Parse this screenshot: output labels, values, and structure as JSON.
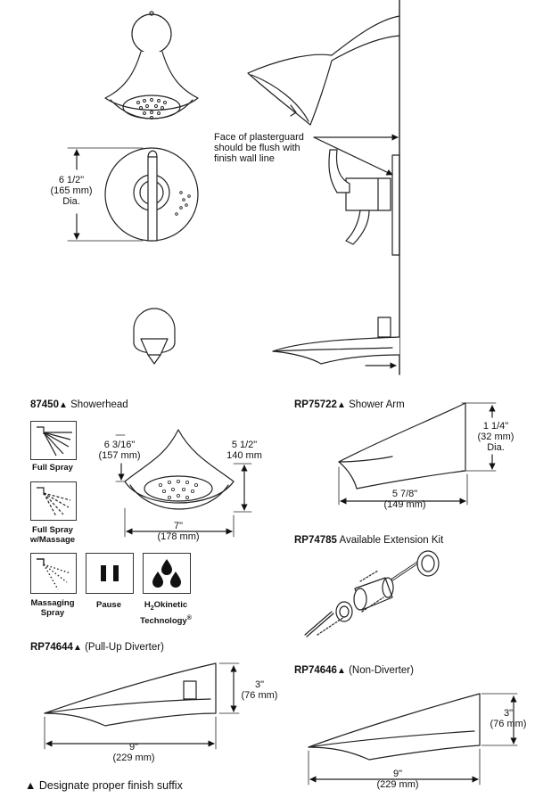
{
  "top_note": {
    "line1": "Face of plasterguard",
    "line2": "should be flush with",
    "line3": "finish wall line"
  },
  "trim_dim": {
    "a": "6 1/2\"",
    "b": "(165 mm)",
    "c": "Dia."
  },
  "showerhead": {
    "model": "87450",
    "mark": "▲",
    "name": "Showerhead",
    "height_a": "6 3/16\"",
    "height_b": "(157 mm)",
    "depth_a": "5 1/2\"",
    "depth_b": "140 mm",
    "width_a": "7\"",
    "width_b": "(178 mm)"
  },
  "spray_modes": [
    {
      "line1": "Full Spray",
      "line2": "",
      "icon": "full-spray-icon"
    },
    {
      "line1": "Full Spray",
      "line2": "w/Massage",
      "icon": "full-spray-massage-icon"
    },
    {
      "line1": "Massaging",
      "line2": "Spray",
      "icon": "massaging-spray-icon"
    },
    {
      "line1": "Pause",
      "line2": "",
      "icon": "pause-icon"
    }
  ],
  "h2o": {
    "pre": "H",
    "sub": "2",
    "post": "Okinetic",
    "line2": "Technology",
    "reg": "®",
    "icon": "water-drops-icon"
  },
  "arm": {
    "model": "RP75722",
    "mark": "▲",
    "name": "Shower Arm",
    "dia_a": "1 1/4\"",
    "dia_b": "(32 mm)",
    "dia_c": "Dia.",
    "len_a": "5 7/8\"",
    "len_b": "(149 mm)"
  },
  "ext": {
    "model": "RP74785",
    "name": "Available Extension Kit"
  },
  "pullup": {
    "model": "RP74644",
    "mark": "▲",
    "name": "(Pull-Up Diverter)",
    "h_a": "3\"",
    "h_b": "(76 mm)",
    "w_a": "9\"",
    "w_b": "(229 mm)"
  },
  "nondiv": {
    "model": "RP74646",
    "mark": "▲",
    "name": "(Non-Diverter)",
    "h_a": "3\"",
    "h_b": "(76 mm)",
    "w_a": "9\"",
    "w_b": "(229 mm)"
  },
  "footer": {
    "mark": "▲",
    "text": "Designate proper finish suffix"
  }
}
